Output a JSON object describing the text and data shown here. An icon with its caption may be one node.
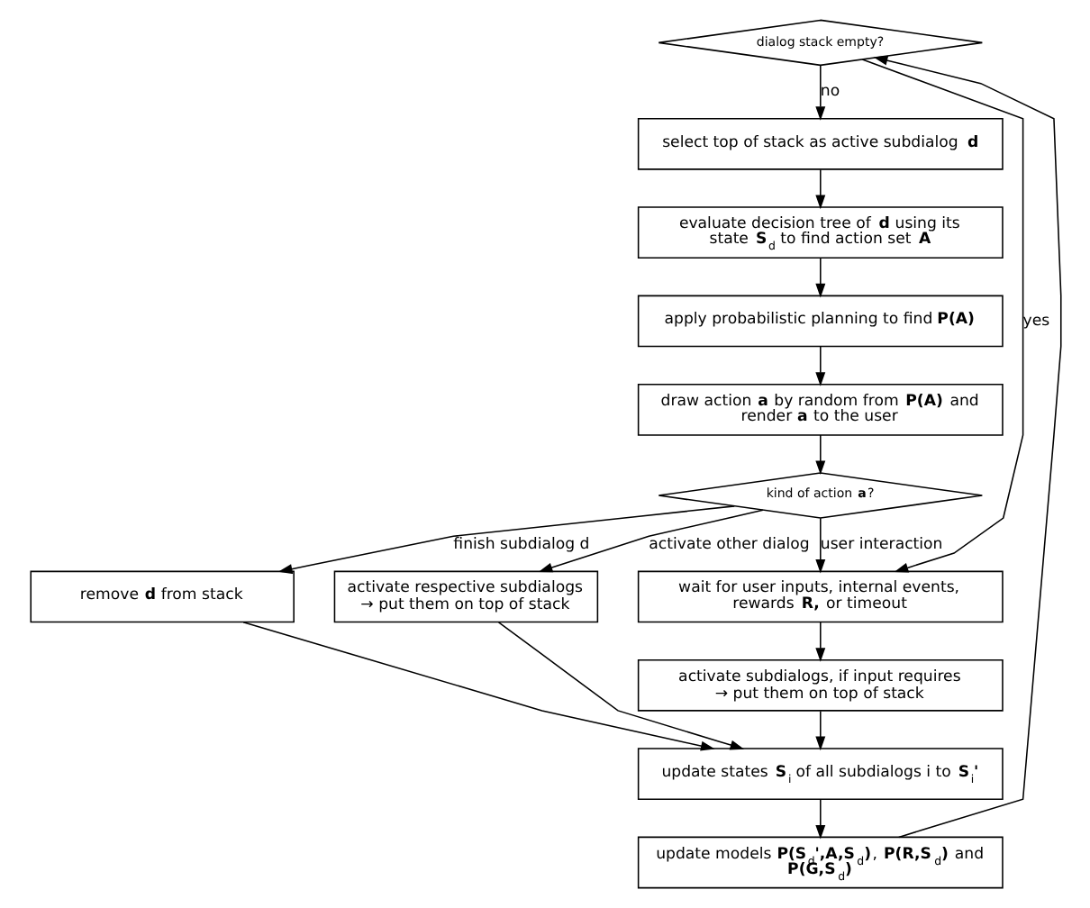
{
  "diagram": {
    "nodes": [
      {
        "text": [
          "dialog stack empty?"
        ]
      },
      {
        "text": [
          "select top of stack as active subdialog **d**"
        ]
      },
      {
        "text": [
          "evaluate decision tree of **d** using its state **S**$_{d}$ to find action set **A**"
        ]
      },
      {
        "text": [
          "apply probabilistic planning to find **P(A)**"
        ]
      },
      {
        "text": [
          "draw action **a** by random from **P(A)** and render **a** to the user"
        ]
      },
      {
        "text": [
          "kind of action **a**?"
        ]
      },
      {
        "text": [
          "remove **d** from stack"
        ]
      },
      {
        "text": [
          "activate respective subdialogs → put them on top of stack"
        ]
      },
      {
        "text": [
          "wait for user inputs, internal events, rewards **R,** or timeout"
        ]
      },
      {
        "text": [
          "activate subdialogs, if input requires → put them on top of stack"
        ]
      },
      {
        "text": [
          "update states **S**$_{i}$ of all subdialogs i to **S**$_{i}$**'**"
        ]
      },
      {
        "text": [
          "update models **P(S**$_{d}$**',A,S**$_{d}$**)**, **P(R,S**$_{d}$**)** and **P(G,S**$_{d}$**)**"
        ]
      }
    ],
    "edges": [
      {
        "from": 0,
        "to": 1,
        "arrow": "to",
        "label": "no"
      },
      {
        "from": 0,
        "to": 8,
        "arrow": "to",
        "label": "yes"
      },
      {
        "from": 1,
        "to": 2,
        "arrow": "to"
      },
      {
        "from": 2,
        "to": 3,
        "arrow": "to"
      },
      {
        "from": 3,
        "to": 4,
        "arrow": "to"
      },
      {
        "from": 4,
        "to": 5,
        "arrow": "to"
      },
      {
        "from": 5,
        "to": 6,
        "arrow": "to",
        "label": "finish subdialog d"
      },
      {
        "from": 5,
        "to": 7,
        "arrow": "to",
        "label": "activate other dialog"
      },
      {
        "from": 5,
        "to": 8,
        "arrow": "to",
        "label": "user interaction"
      },
      {
        "from": 6,
        "to": 10,
        "arrow": "to"
      },
      {
        "from": 7,
        "to": 10,
        "arrow": "to"
      },
      {
        "from": 8,
        "to": 9,
        "arrow": "to"
      },
      {
        "from": 9,
        "to": 10,
        "arrow": "to"
      },
      {
        "from": 10,
        "to": 11,
        "arrow": "to"
      },
      {
        "from": 11,
        "to": 0,
        "arrow": "to"
      }
    ]
  }
}
